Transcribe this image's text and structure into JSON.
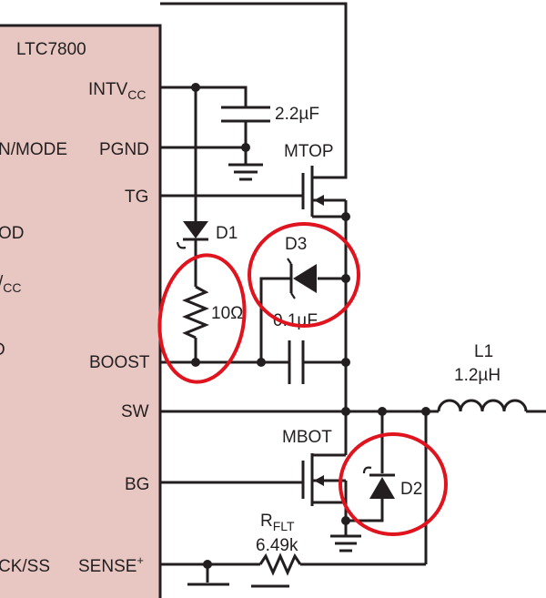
{
  "chip": {
    "name": "LTC7800",
    "body_color": "#e8c7c2",
    "pins_right": {
      "intvcc": "INTV",
      "intvcc_sub": "CC",
      "pgnd": "PGND",
      "tg": "TG",
      "boost": "BOOST",
      "sw": "SW",
      "bg": "BG",
      "sense": "SENSE",
      "sense_sup": "+"
    },
    "pins_left_partial": {
      "run_mode": "N/MODE",
      "pgood": "OD",
      "vcc": "CC",
      "vcc_slash": "/",
      "freq": "D",
      "track_ss": "CK/SS"
    }
  },
  "components": {
    "c_intvcc": "2.2µF",
    "mtop": "MTOP",
    "d1": "D1",
    "r_boost": "10Ω",
    "d3": "D3",
    "c_boost": "0.1µF",
    "l1_name": "L1",
    "l1_value": "1.2µH",
    "mbot": "MBOT",
    "d2": "D2",
    "rflt_name": "R",
    "rflt_sub": "FLT",
    "rflt_value": "6.49k"
  },
  "highlight_color": "#e0141e"
}
